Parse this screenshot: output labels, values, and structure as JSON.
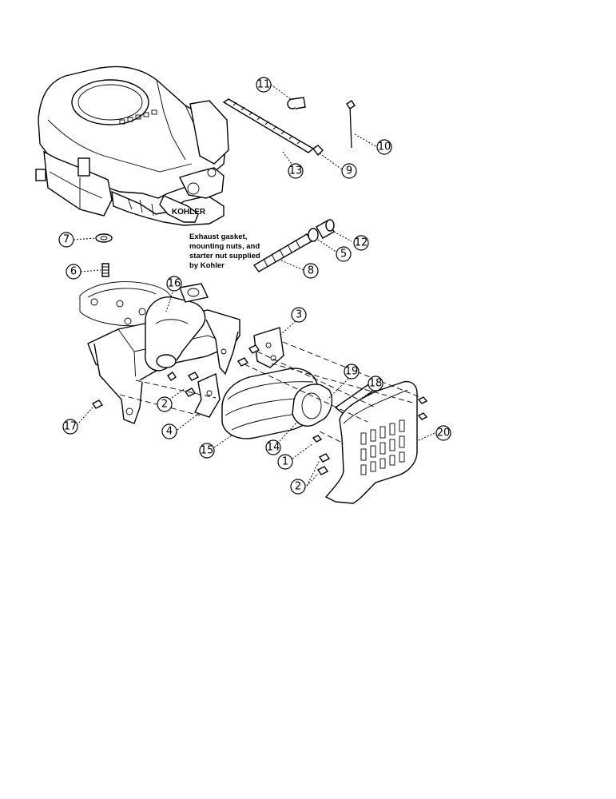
{
  "note": {
    "lines": [
      "Exhaust gasket,",
      "mounting nuts, and",
      "starter nut supplied",
      "by Kohler"
    ]
  },
  "engine": {
    "brand_text": "KOHLER"
  },
  "callouts": [
    {
      "id": "c11",
      "label": "11"
    },
    {
      "id": "c10",
      "label": "10"
    },
    {
      "id": "c13",
      "label": "13"
    },
    {
      "id": "c9",
      "label": "9"
    },
    {
      "id": "c7",
      "label": "7"
    },
    {
      "id": "c12",
      "label": "12"
    },
    {
      "id": "c5",
      "label": "5"
    },
    {
      "id": "c8",
      "label": "8"
    },
    {
      "id": "c6",
      "label": "6"
    },
    {
      "id": "c16",
      "label": "16"
    },
    {
      "id": "c3",
      "label": "3"
    },
    {
      "id": "c19",
      "label": "19"
    },
    {
      "id": "c18",
      "label": "18"
    },
    {
      "id": "c2a",
      "label": "2"
    },
    {
      "id": "c20",
      "label": "20"
    },
    {
      "id": "c17",
      "label": "17"
    },
    {
      "id": "c4",
      "label": "4"
    },
    {
      "id": "c14",
      "label": "14"
    },
    {
      "id": "c15",
      "label": "15"
    },
    {
      "id": "c1",
      "label": "1"
    },
    {
      "id": "c2b",
      "label": "2"
    }
  ]
}
